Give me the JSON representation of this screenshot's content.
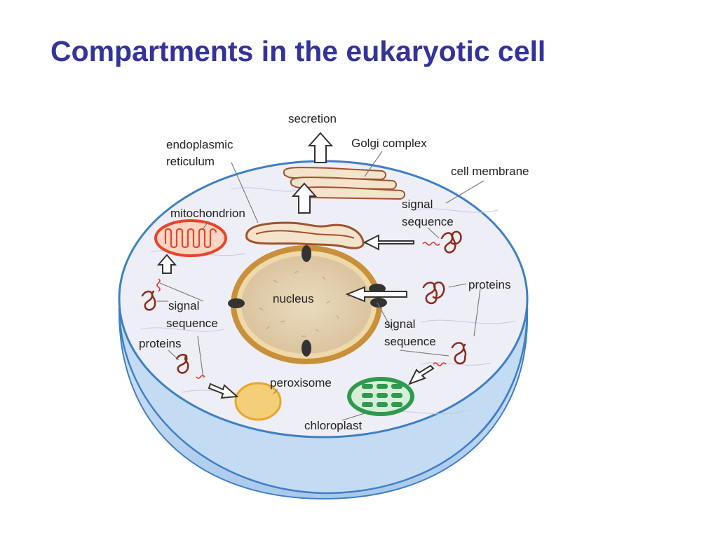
{
  "title": "Compartments in the eukaryotic cell",
  "labels": {
    "secretion": "secretion",
    "golgi": "Golgi complex",
    "er_line1": "endoplasmic",
    "er_line2": "reticulum",
    "cell_membrane": "cell membrane",
    "mitochondrion": "mitochondrion",
    "signal_right_line1": "signal",
    "signal_right_line2": "sequence",
    "proteins_right": "proteins",
    "nucleus": "nucleus",
    "signal_left_line1": "signal",
    "signal_left_line2": "sequence",
    "proteins_left": "proteins",
    "signal_mid_line1": "signal",
    "signal_mid_line2": "sequence",
    "peroxisome": "peroxisome",
    "chloroplast": "chloroplast"
  },
  "colors": {
    "title": "#33339a",
    "membrane": "#3f7fc4",
    "cytoplasm": "#eeeef6",
    "cell_base": "#cfe2f6",
    "nuclear_envelope": "#c8903a",
    "nucleoplasm": "#e3cfaa",
    "organelle_brown": "#a0522d",
    "mitochondrion": "#e8442a",
    "peroxisome": "#f4cf78",
    "chloroplast": "#2e9a4e",
    "protein": "#8b2a1a"
  }
}
